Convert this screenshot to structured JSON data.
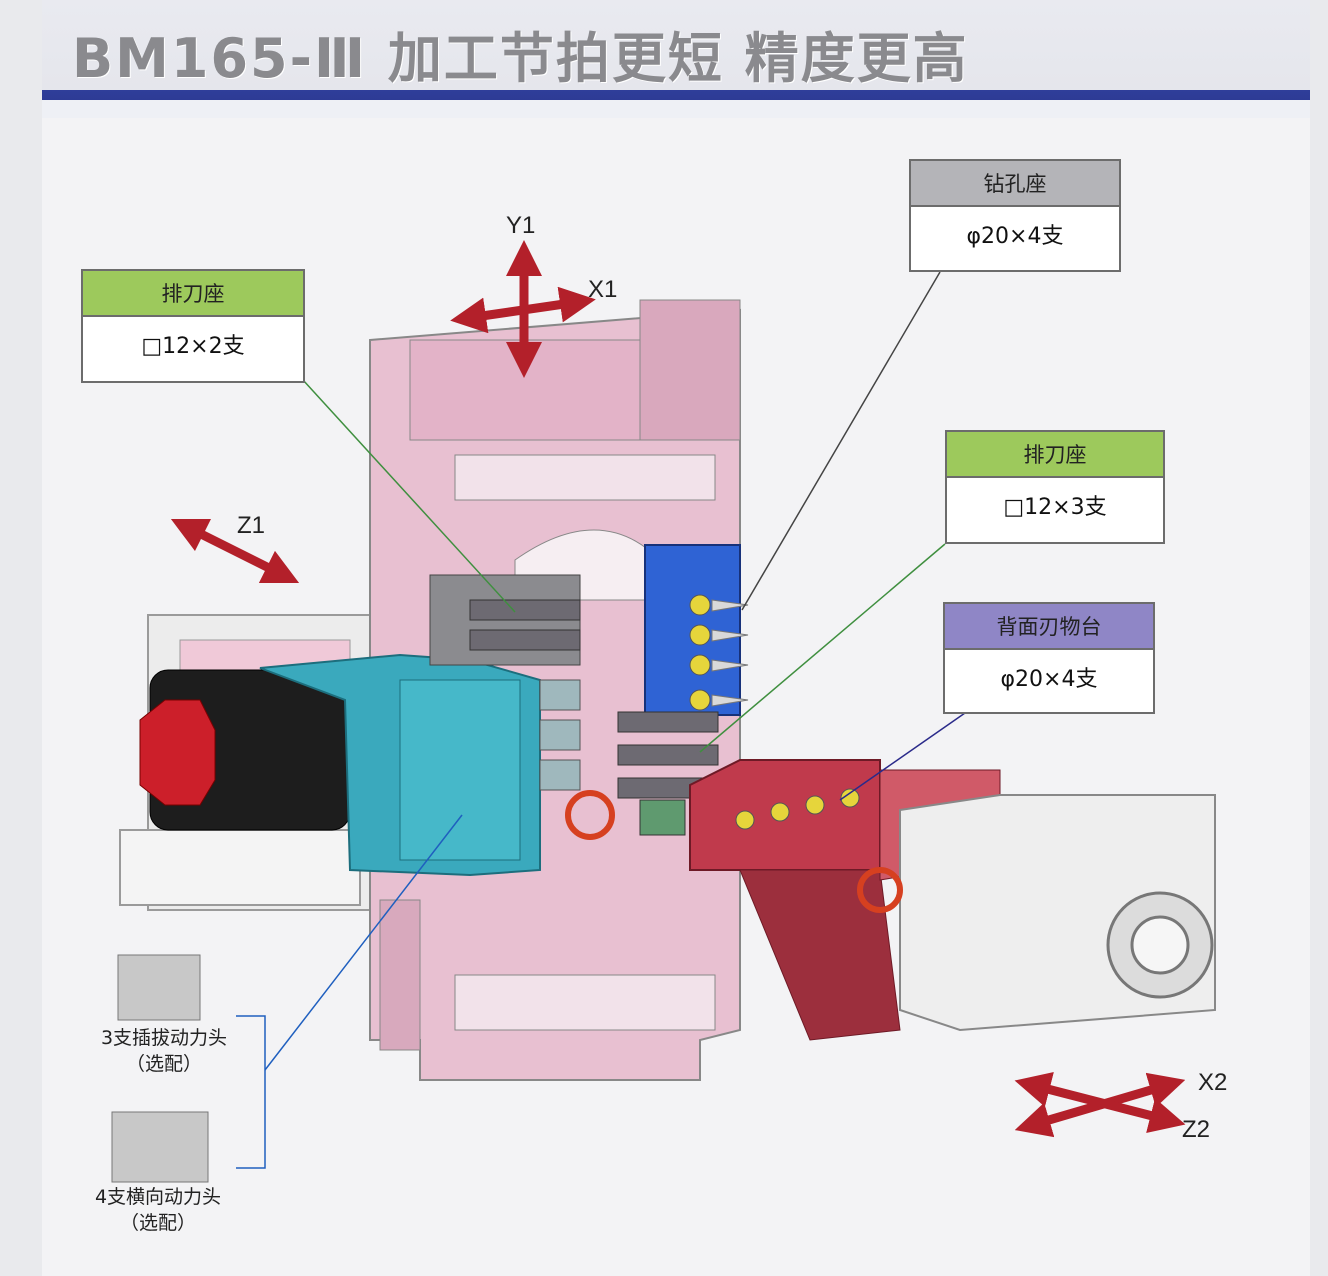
{
  "header": {
    "title": "BM165-Ⅲ 加工节拍更短  精度更高"
  },
  "callouts": {
    "left_gang": {
      "title": "排刀座",
      "spec": "□12×2支"
    },
    "drill_holder": {
      "title": "钻孔座",
      "spec": "φ20×4支"
    },
    "right_gang": {
      "title": "排刀座",
      "spec": "□12×3支"
    },
    "back_tool": {
      "title": "背面刃物台",
      "spec": "φ20×4支"
    }
  },
  "axes": {
    "y1": "Y1",
    "x1": "X1",
    "z1": "Z1",
    "x2": "X2",
    "z2": "Z2"
  },
  "options": {
    "opt1": {
      "name": "3支插拔动力头",
      "note": "（选配）"
    },
    "opt2": {
      "name": "4支横向动力头",
      "note": "（选配）"
    }
  },
  "colors": {
    "banner_blue": "#2d3b95",
    "frame_pink": "#e6bfd0",
    "power_head_teal": "#3aa9bd",
    "drill_block_blue": "#2f63d4",
    "back_block_red": "#b8394a",
    "motor_red": "#cc1f2a",
    "arrow_red": "#b3202a"
  }
}
